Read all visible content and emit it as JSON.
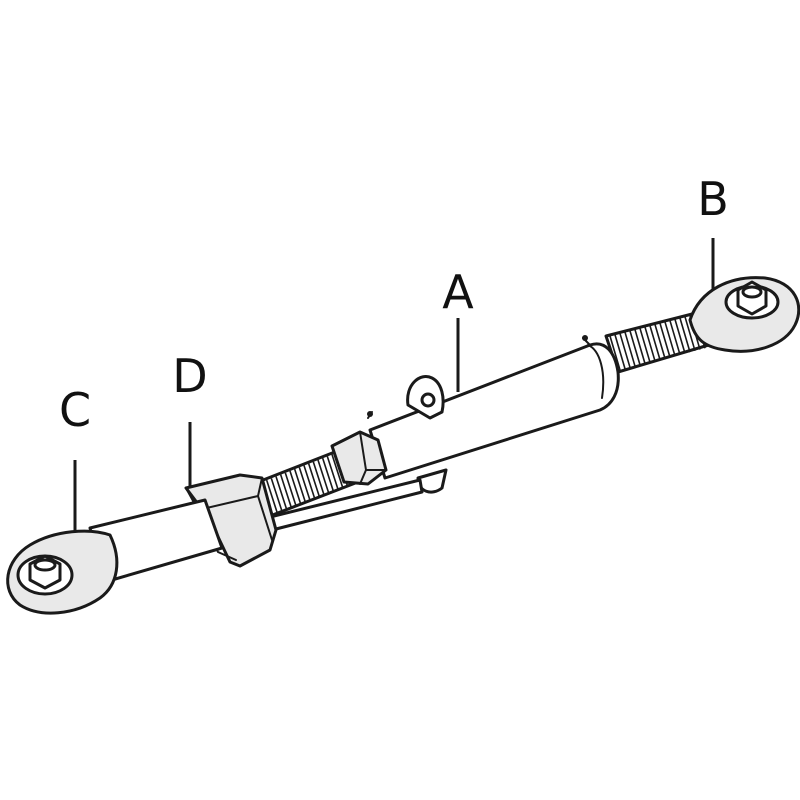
{
  "labels": {
    "a": "A",
    "b": "B",
    "c": "C",
    "d": "D"
  },
  "colors": {
    "line": "#1a1a1a",
    "background": "#ffffff",
    "shade": "#e9e9e9"
  }
}
